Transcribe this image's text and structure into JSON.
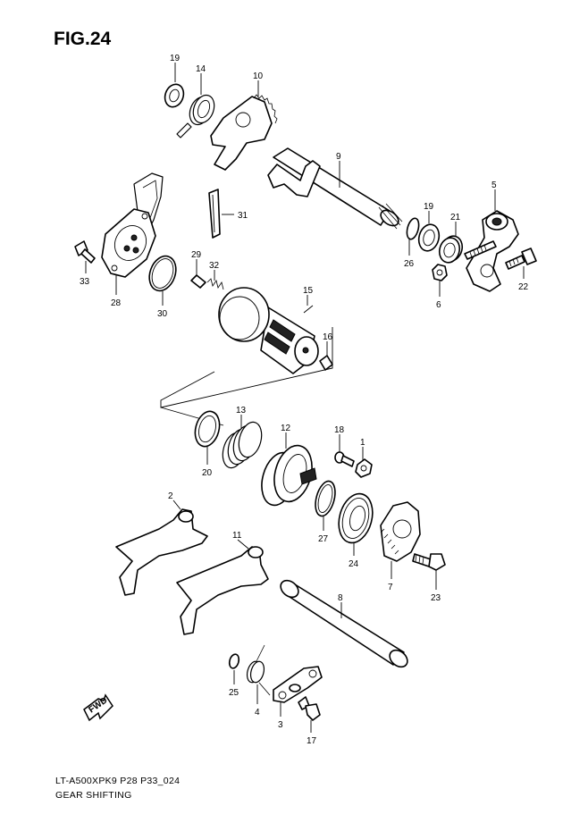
{
  "figure": {
    "title": "FIG.24",
    "model_code": "LT-A500XPK9 P28 P33_024",
    "caption": "GEAR SHIFTING",
    "fwd_label": "FWD"
  },
  "callouts": [
    "19",
    "14",
    "10",
    "9",
    "31",
    "19",
    "21",
    "5",
    "26",
    "6",
    "22",
    "33",
    "28",
    "30",
    "29",
    "32",
    "15",
    "16",
    "13",
    "12",
    "18",
    "1",
    "20",
    "27",
    "24",
    "7",
    "23",
    "2",
    "11",
    "8",
    "25",
    "4",
    "3",
    "17"
  ]
}
